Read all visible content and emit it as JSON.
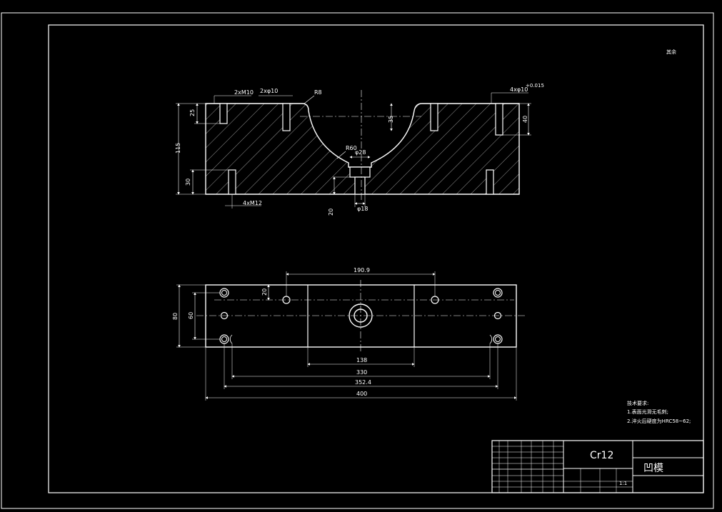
{
  "corner_note": "其余",
  "front_view": {
    "labels": {
      "holes_m10": "2xM10",
      "holes_phi10": "2xφ10",
      "r8": "R8",
      "holes_phi10_tol": "4xφ10",
      "tol": "+0.015",
      "dim_25": "25",
      "dim_115": "115",
      "dim_30": "30",
      "dim_35": "35",
      "dim_40": "40",
      "r60": "R60",
      "phi28": "φ28",
      "phi18": "φ18",
      "dim_20": "20",
      "holes_m12": "4xM12"
    }
  },
  "top_view": {
    "labels": {
      "dim_190_9": "190.9",
      "dim_20": "20",
      "dim_80": "80",
      "dim_60": "60",
      "dim_138": "138",
      "dim_330": "330",
      "dim_352_4": "352.4",
      "dim_400": "400"
    }
  },
  "tech_notes": {
    "title": "技术要求:",
    "line1": "1.表面光滑无毛刺;",
    "line2": "2.淬火后硬度为HRC58~62;"
  },
  "title_block": {
    "material": "Cr12",
    "part_name": "凹模",
    "scale": "1:1"
  }
}
